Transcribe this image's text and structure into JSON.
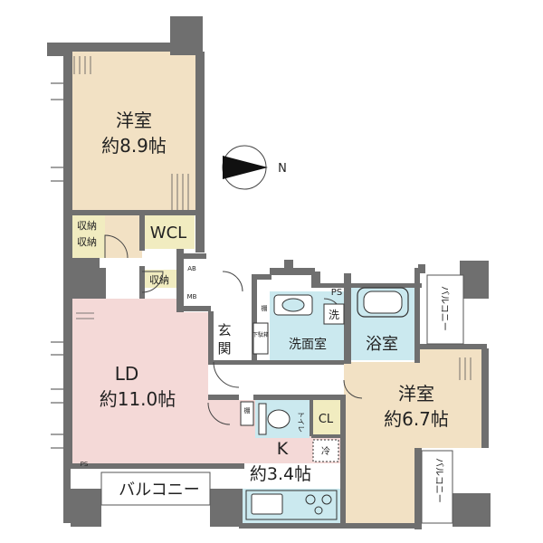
{
  "rooms": {
    "western_room_1": {
      "name": "洋室",
      "size": "約8.9帖"
    },
    "living_dining": {
      "name": "LD",
      "size": "約11.0帖"
    },
    "kitchen": {
      "name": "K",
      "size": "約3.4帖"
    },
    "western_room_2": {
      "name": "洋室",
      "size": "約6.7帖"
    },
    "bath": {
      "name": "浴室"
    },
    "washroom": {
      "name": "洗面室"
    },
    "entrance": {
      "name": "玄関"
    }
  },
  "labels": {
    "wcl": "WCL",
    "storage": "収納",
    "closet": "CL",
    "toilet": "トイレ",
    "shoe_cabinet": "下駄箱",
    "washer": "洗",
    "shelf": "棚",
    "fridge": "冷",
    "ab": "AB",
    "mb": "MB",
    "ps": "PS",
    "balcony": "バルコニー",
    "north": "N"
  },
  "colors": {
    "western_room": "#f2e1c4",
    "living": "#f4d9d7",
    "wet_area": "#cbe9ef",
    "storage": "#f1ecc0",
    "wall": "#6f6f6f",
    "balcony": "#ffffff"
  }
}
